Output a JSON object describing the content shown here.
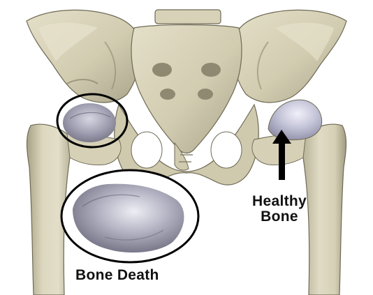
{
  "labels": {
    "healthy_line1": "Healthy",
    "healthy_line2": "Bone",
    "bone_death": "Bone Death"
  },
  "colors": {
    "bone": "#d9d3b9",
    "bone_shade": "#a9a489",
    "bone_dark": "#6e6a55",
    "femoral_head_healthy": "#b9b9cf",
    "femoral_head_dead": "#9a99aa",
    "outline": "#000000",
    "text": "#111111",
    "background": "#ffffff"
  },
  "image": {
    "subject": "pelvis-and-hip-joints-illustration"
  }
}
